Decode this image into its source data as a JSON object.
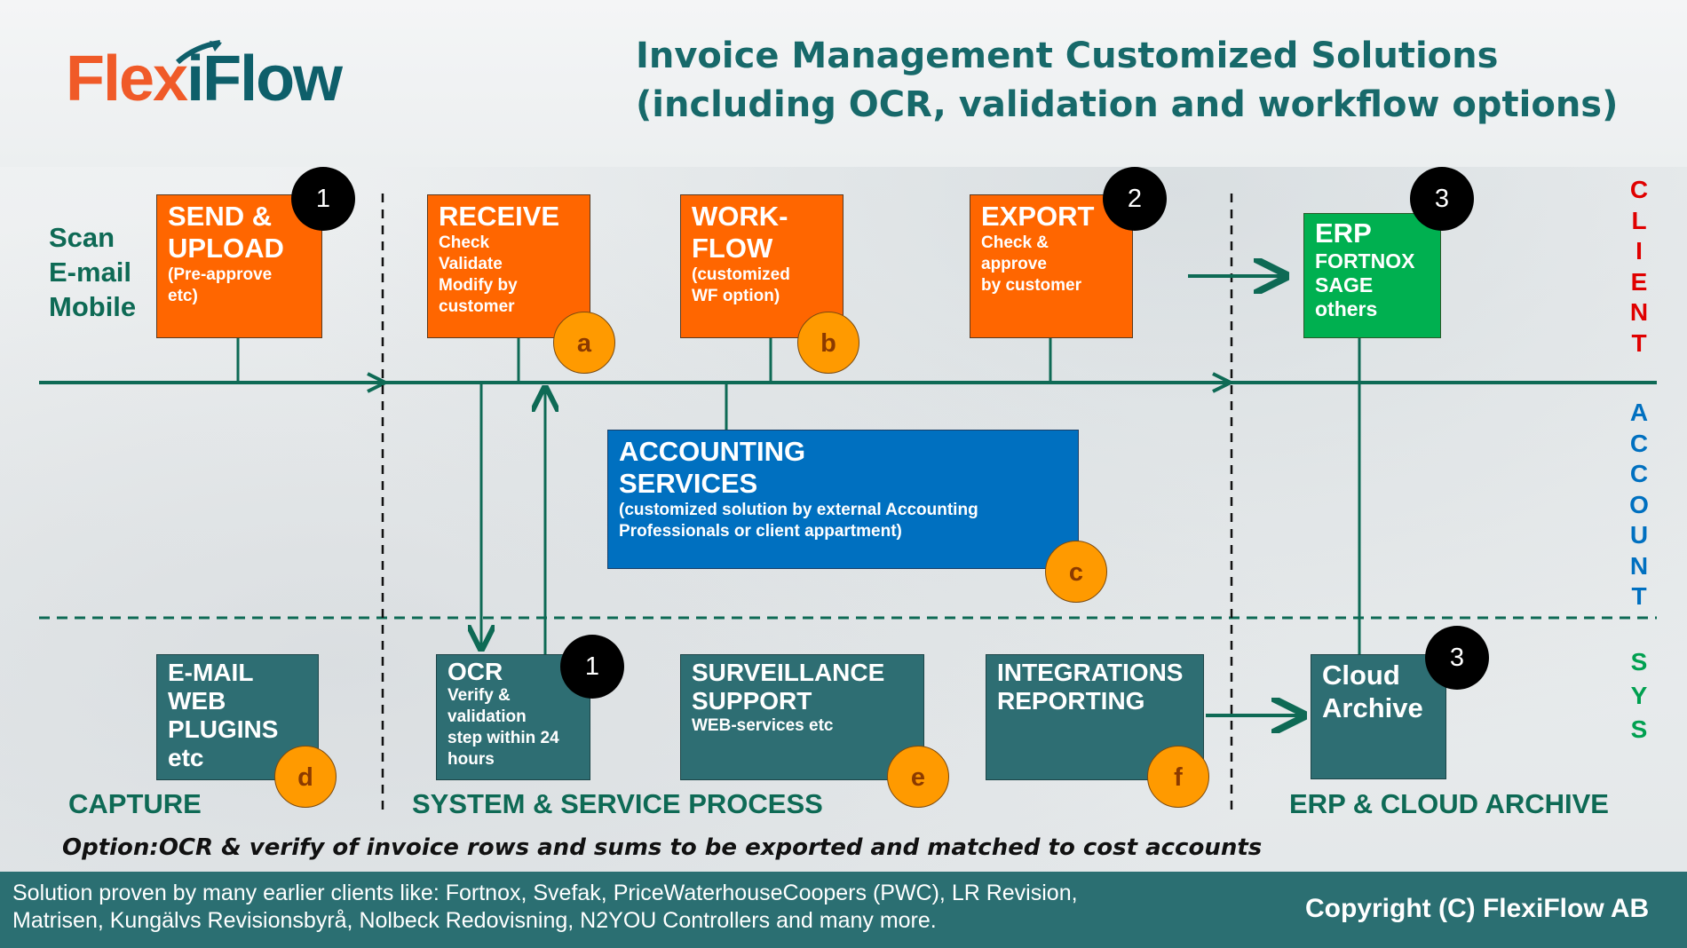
{
  "logo": {
    "part1": "Fle",
    "part2": "x",
    "part3": "i",
    "part4": "Flow"
  },
  "title": {
    "line1": "Invoice Management Customized Solutions",
    "line2": "(including OCR, validation and workflow options)"
  },
  "input_sources": [
    "Scan",
    "E-mail",
    "Mobile"
  ],
  "client_boxes": [
    {
      "title": "SEND &\nUPLOAD",
      "sub": "(Pre-approve\netc)"
    },
    {
      "title": "RECEIVE",
      "sub": "Check\nValidate\nModify by\ncustomer"
    },
    {
      "title": "WORK-\nFLOW",
      "sub": "(customized\nWF option)"
    },
    {
      "title": "EXPORT",
      "sub": "Check &\napprove\nby customer"
    },
    {
      "title": "ERP",
      "sub": "FORTNOX\nSAGE\nothers"
    }
  ],
  "accounting": {
    "title": "ACCOUNTING\nSERVICES",
    "sub": "(customized solution by external Accounting\nProfessionals or client appartment)"
  },
  "sys_boxes": [
    {
      "title": "E-MAIL\nWEB\nPLUGINS\netc",
      "sub": ""
    },
    {
      "title": "OCR",
      "sub": "Verify &\nvalidation\nstep within 24\nhours"
    },
    {
      "title": "SURVEILLANCE\nSUPPORT",
      "sub": "WEB-services etc"
    },
    {
      "title": "INTEGRATIONS\nREPORTING",
      "sub": ""
    },
    {
      "title": "Cloud\nArchive",
      "sub": ""
    }
  ],
  "numbers": [
    "1",
    "2",
    "3",
    "1",
    "3"
  ],
  "letters": [
    "a",
    "b",
    "c",
    "d",
    "e",
    "f"
  ],
  "section_labels": [
    "CAPTURE",
    "SYSTEM & SERVICE PROCESS",
    "ERP & CLOUD ARCHIVE"
  ],
  "side_labels": {
    "client": [
      "C",
      "L",
      "I",
      "E",
      "N",
      "T"
    ],
    "account": [
      "A",
      "C",
      "C",
      "O",
      "U",
      "N",
      "T"
    ],
    "sys": [
      "S",
      "Y",
      "S"
    ]
  },
  "colors": {
    "client": "#e00000",
    "account": "#0070c0",
    "sys": "#00a050",
    "orange": "#ff6600",
    "teal": "#2e6e73",
    "green": "#00b050",
    "blue": "#0070c0"
  },
  "option_note": "Option:OCR & verify of invoice rows and sums to be exported and matched to cost accounts",
  "footer": {
    "text": "Solution proven by many earlier clients like: Fortnox, Svefak, PriceWaterhouseCoopers (PWC), LR Revision,\nMatrisen, Kungälvs Revisionsbyrå, Nolbeck Redovisning, N2YOU Controllers and many more.",
    "copyright": "Copyright (C) FlexiFlow AB"
  }
}
